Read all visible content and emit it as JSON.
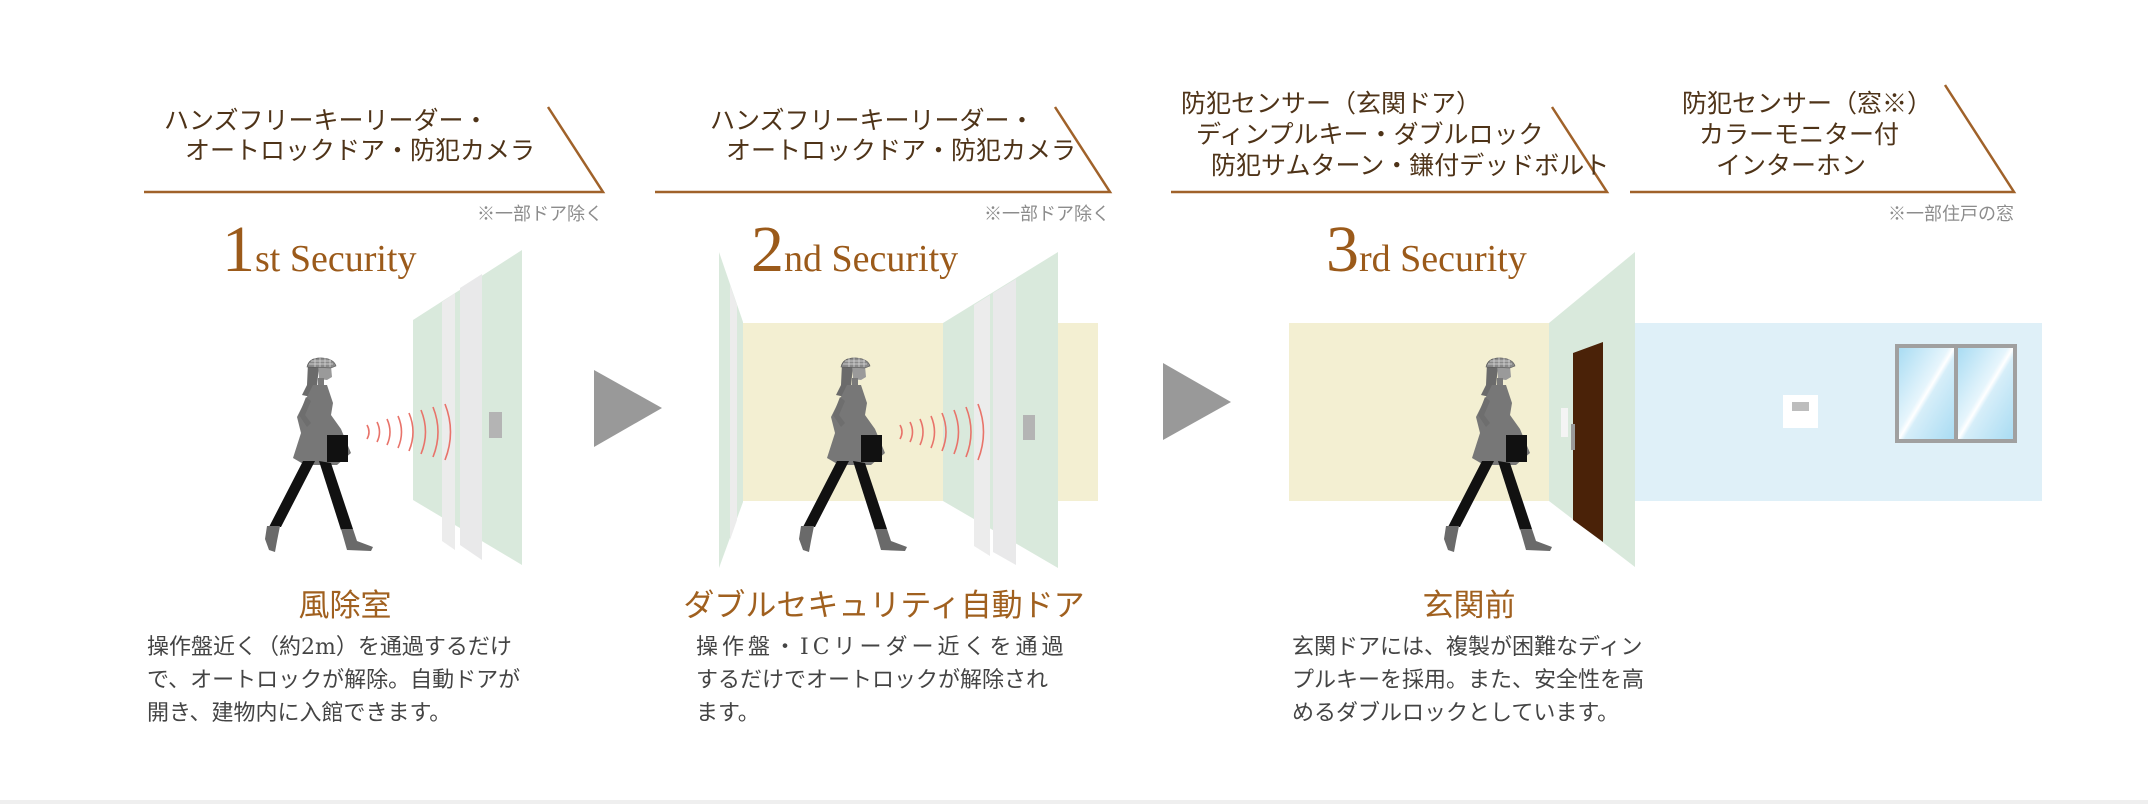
{
  "banners": [
    {
      "lines": [
        "ハンズフリーキーリーダー・",
        "オートロックドア・防犯カメラ"
      ],
      "note": "※一部ドア除く"
    },
    {
      "lines": [
        "ハンズフリーキーリーダー・",
        "オートロックドア・防犯カメラ"
      ],
      "note": "※一部ドア除く"
    },
    {
      "lines": [
        "防犯センサー（玄関ドア）",
        "ディンプルキー・ダブルロック",
        "防犯サムターン・鎌付デッドボルト"
      ]
    },
    {
      "lines": [
        "防犯センサー（窓※）",
        "カラーモニター付",
        "インターホン"
      ],
      "note": "※一部住戸の窓"
    }
  ],
  "stages": [
    {
      "number": "1",
      "suffix": "st Security",
      "subtitle": "風除室",
      "description": [
        "操作盤近く（約2m）を通過するだけ",
        "で、オートロックが解除。自動ドアが",
        "開き、建物内に入館できます。"
      ]
    },
    {
      "number": "2",
      "suffix": "nd Security",
      "subtitle": "ダブルセキュリティ自動ドア",
      "description": [
        "操作盤・ICリーダー近くを通過",
        "するだけでオートロックが解除され",
        "ます。"
      ]
    },
    {
      "number": "3",
      "suffix": "rd Security",
      "subtitle": "玄関前",
      "description": [
        "玄関ドアには、複製が困難なディン",
        "プルキーを採用。また、安全性を高",
        "めるダブルロックとしています。"
      ]
    }
  ],
  "colors": {
    "accent_brown": "#9b5a1a",
    "banner_line": "#a0622a",
    "glass_green": "#d9e9dc",
    "lobby_yellow": "#f3efd2",
    "room_blue": "#dff0f8",
    "door_brown": "#4a2208",
    "sensor_wave": "#e8736a",
    "arrow_gray": "#999999"
  }
}
